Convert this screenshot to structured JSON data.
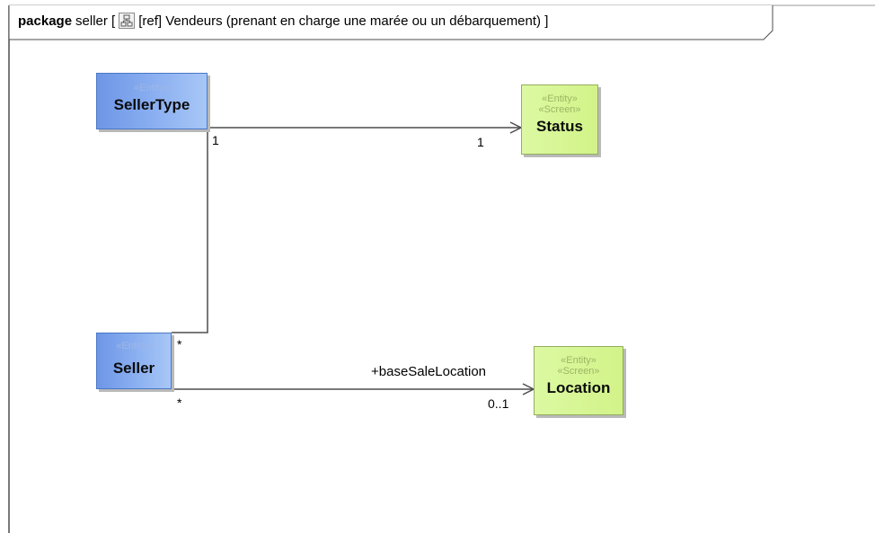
{
  "frame": {
    "keyword": "package",
    "name": "seller [",
    "ref_text": "[ref] Vendeurs (prenant en charge une marée ou un débarquement) ]",
    "icon": "diagram-icon"
  },
  "classes": {
    "seller_type": {
      "stereotypes": [
        "«Entity»"
      ],
      "name": "SellerType"
    },
    "status": {
      "stereotypes": [
        "«Entity»",
        "«Screen»"
      ],
      "name": "Status"
    },
    "seller": {
      "stereotypes": [
        "«Entity»"
      ],
      "name": "Seller"
    },
    "location": {
      "stereotypes": [
        "«Entity»",
        "«Screen»"
      ],
      "name": "Location"
    }
  },
  "associations": {
    "sellertype_status": {
      "source_mult": "1",
      "target_mult": "1"
    },
    "seller_sellertype": {
      "source_mult": "*",
      "target_mult": "1"
    },
    "seller_location": {
      "source_mult": "*",
      "target_mult": "0..1",
      "role": "+baseSaleLocation"
    }
  },
  "colors": {
    "entity_blue": "#6d96e6",
    "entity_screen_green": "#d6f590",
    "line": "#4d4d4d"
  }
}
